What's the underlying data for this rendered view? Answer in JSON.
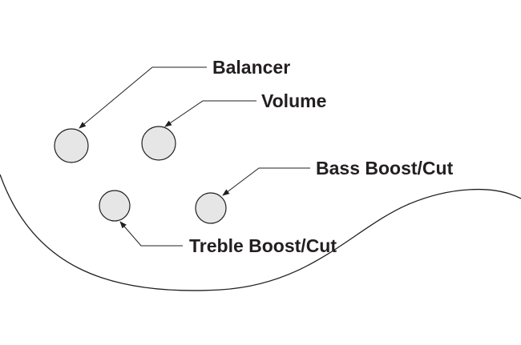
{
  "labels": {
    "balancer": "Balancer",
    "volume": "Volume",
    "bass": "Bass Boost/Cut",
    "treble": "Treble Boost/Cut"
  },
  "colors": {
    "knob_fill": "#e6e6e6",
    "line": "#231f20",
    "background": "#ffffff"
  }
}
